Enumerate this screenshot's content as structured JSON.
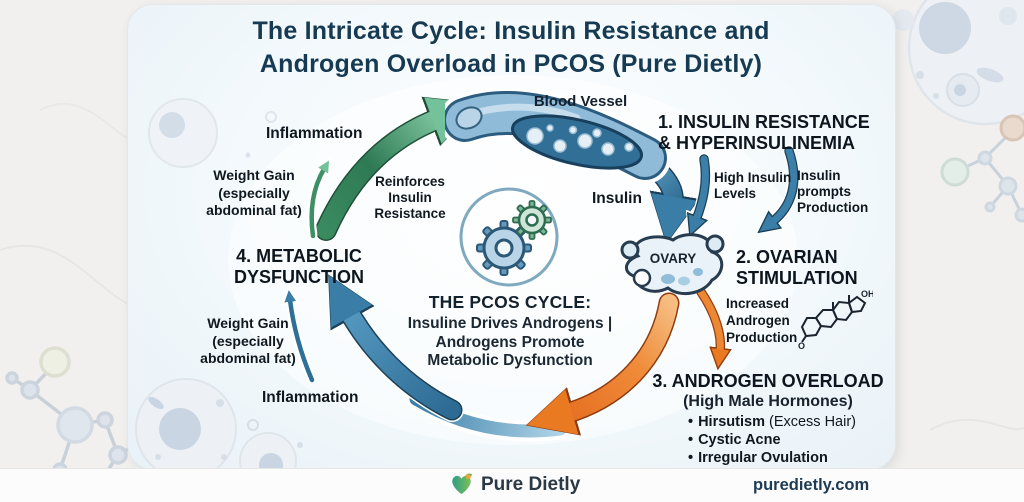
{
  "colors": {
    "title": "#163a52",
    "text": "#10181f",
    "green_arrow": "#2f7d55",
    "blue_arrow": "#2e6f98",
    "orange_arrow": "#e8701f",
    "card_bg": "#f2f8fb",
    "brand_text": "#2b3945",
    "website_text": "#1d3b53"
  },
  "title": {
    "line1": "The Intricate Cycle: Insulin Resistance and",
    "line2_bold": "Androgen Overload in PCOS",
    "line2_suffix": "(Pure Dietly)"
  },
  "vessel": {
    "label": "Blood Vessel"
  },
  "stage1": {
    "title": "1. INSULIN RESISTANCE\n& HYPERINSULINEMIA",
    "high_insulin": "High Insulin\nLevels",
    "prompts": "Insulin\nprompts\nProduction",
    "insulin": "Insulin"
  },
  "stage2": {
    "title": "2. OVARIAN\nSTIMULATION",
    "increased": "Increased\nAndrogen\nProduction"
  },
  "stage3": {
    "title": "3. ANDROGEN OVERLOAD",
    "subtitle": "(High Male Hormones)",
    "bullet_glyph": "•",
    "bullets": [
      {
        "bold": "Hirsutism",
        "rest": " (Excess Hair)"
      },
      {
        "bold": "Cystic Acne",
        "rest": ""
      },
      {
        "bold": "Irregular Ovulation",
        "rest": ""
      }
    ]
  },
  "stage4": {
    "title": "4. METABOLIC\nDYSFUNCTION",
    "weight_gain_top": "Weight Gain\n(especially\nabdominal fat)",
    "inflammation_top": "Inflammation",
    "weight_gain_bottom": "Weight Gain\n(especially\nabdominal fat)",
    "inflammation_bottom": "Inflammation",
    "reinforces": "Reinforces\nInsulin\nResistance"
  },
  "center": {
    "heading": "THE PCOS CYCLE:",
    "body": "Insuline Drives Androgens |\nAndrogens Promote\nMetabolic Dysfunction"
  },
  "ovary": {
    "label": "OVARY"
  },
  "molecule": {
    "oh": "OH",
    "o": "O"
  },
  "footer": {
    "brand": "Pure Dietly",
    "website": "puredietly.com"
  }
}
